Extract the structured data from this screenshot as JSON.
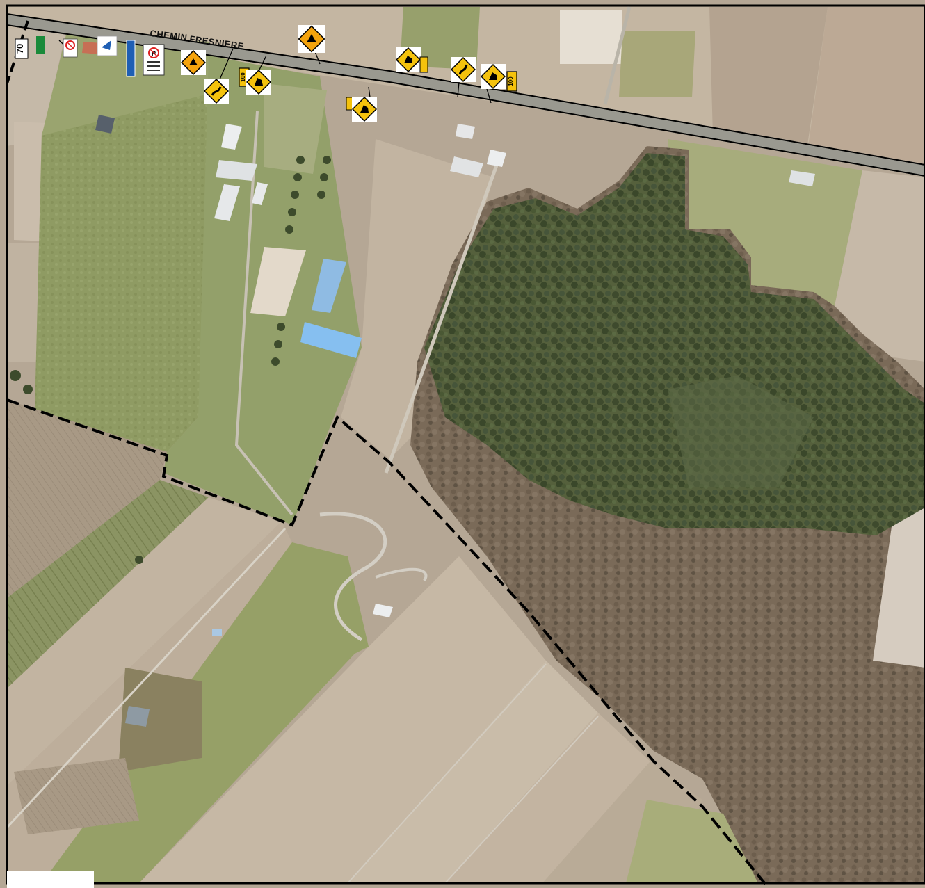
{
  "map": {
    "road_name_1": "CHEMIN",
    "road_name_2": "FRESNIERE",
    "route_marker": "70",
    "speed_sign_1": "100",
    "speed_sign_2": "100",
    "colors": {
      "forest": "#4f5d38",
      "forest_dark": "#3c4a2c",
      "field_tan": "#b7a896",
      "field_light": "#c9bdaf",
      "grass": "#8e9a63",
      "grass_dark": "#6f7d47",
      "road": "#9b9a92",
      "boundary": "#000000",
      "sign_yellow": "#f4c20d",
      "sign_blue": "#1f5fb4",
      "sign_green": "#1a8a3a",
      "roof_blue": "#7eb6e6",
      "roof_grey": "#d6d8da"
    }
  }
}
